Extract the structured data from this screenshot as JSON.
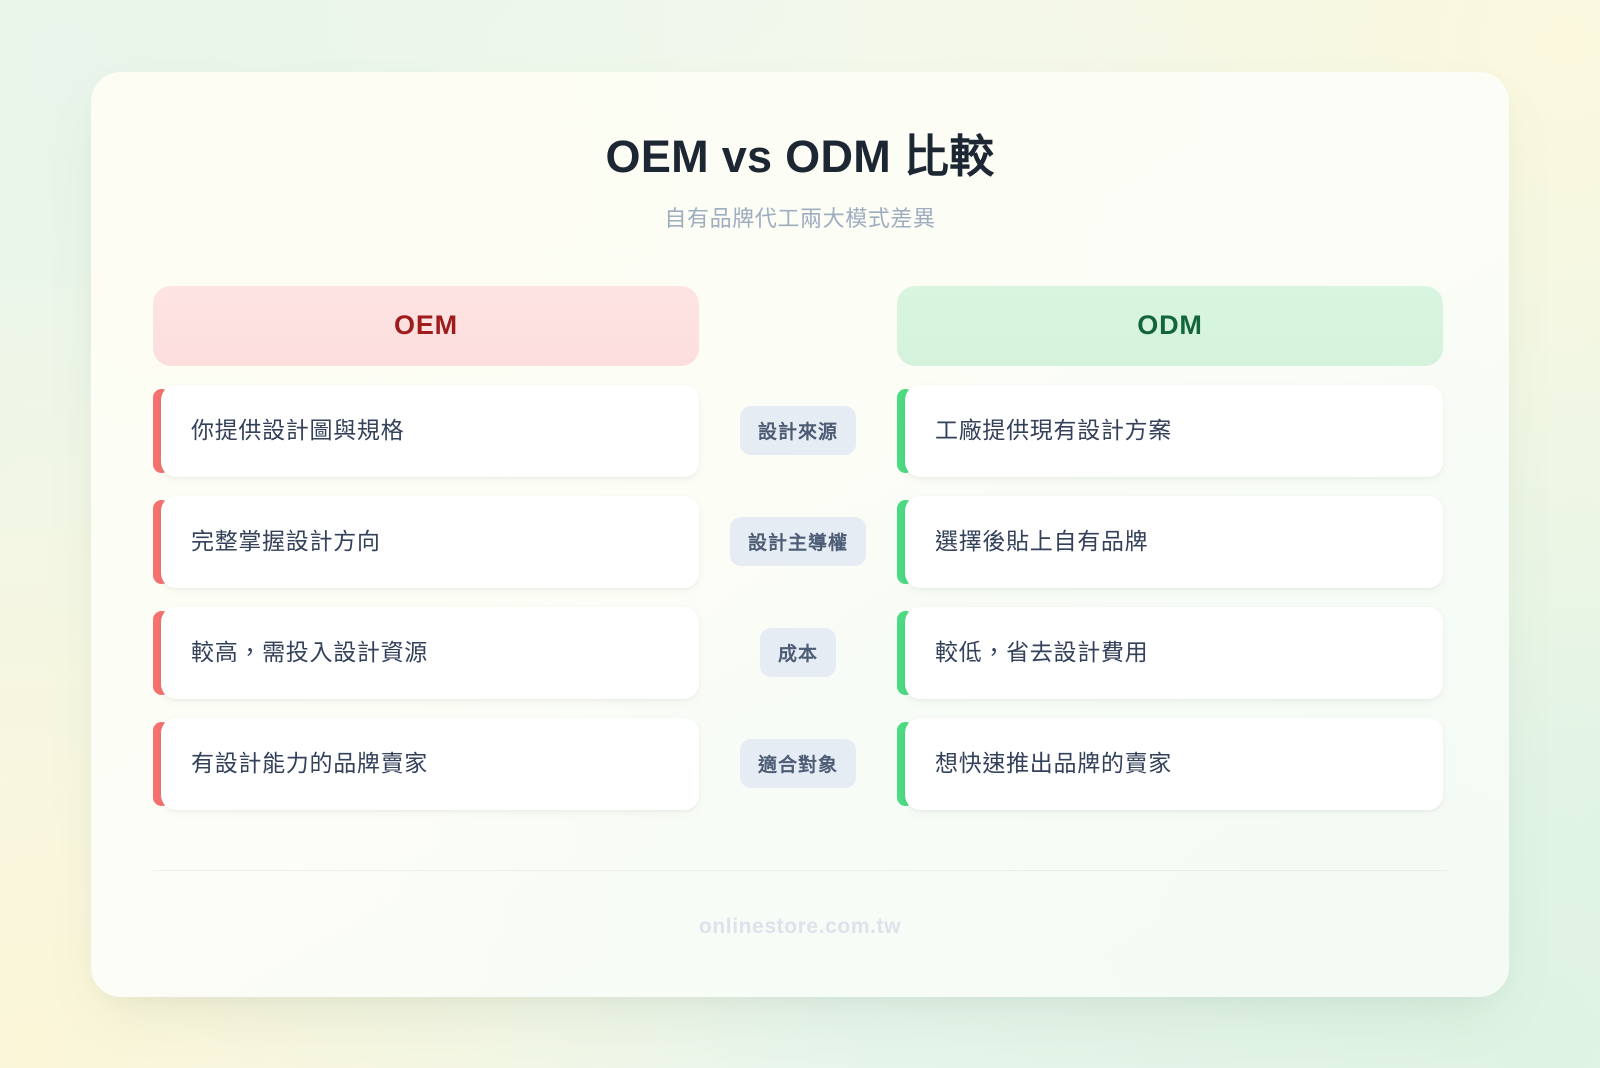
{
  "header": {
    "title": "OEM vs ODM 比較",
    "subtitle": "自有品牌代工兩大模式差異"
  },
  "columns": {
    "left_label": "OEM",
    "right_label": "ODM"
  },
  "rows": [
    {
      "aspect": "設計來源",
      "oem": "你提供設計圖與規格",
      "odm": "工廠提供現有設計方案"
    },
    {
      "aspect": "設計主導權",
      "oem": "完整掌握設計方向",
      "odm": "選擇後貼上自有品牌"
    },
    {
      "aspect": "成本",
      "oem": "較高，需投入設計資源",
      "odm": "較低，省去設計費用"
    },
    {
      "aspect": "適合對象",
      "oem": "有設計能力的品牌賣家",
      "odm": "想快速推出品牌的賣家"
    }
  ],
  "footer": {
    "brand": "onlinestore.com.tw"
  },
  "colors": {
    "oem_accent": "#f4726f",
    "oem_header_bg": "#fde4e3",
    "oem_header_text": "#9e1c1c",
    "odm_accent": "#4cda82",
    "odm_header_bg": "#d9f5e0",
    "odm_header_text": "#14653a",
    "pill_bg": "#e6ecf4",
    "pill_text": "#4d5d75",
    "body_text": "#33415a",
    "title_text": "#1d2633",
    "subtitle_text": "#9fadc1",
    "brand_text": "#dde2ec"
  }
}
